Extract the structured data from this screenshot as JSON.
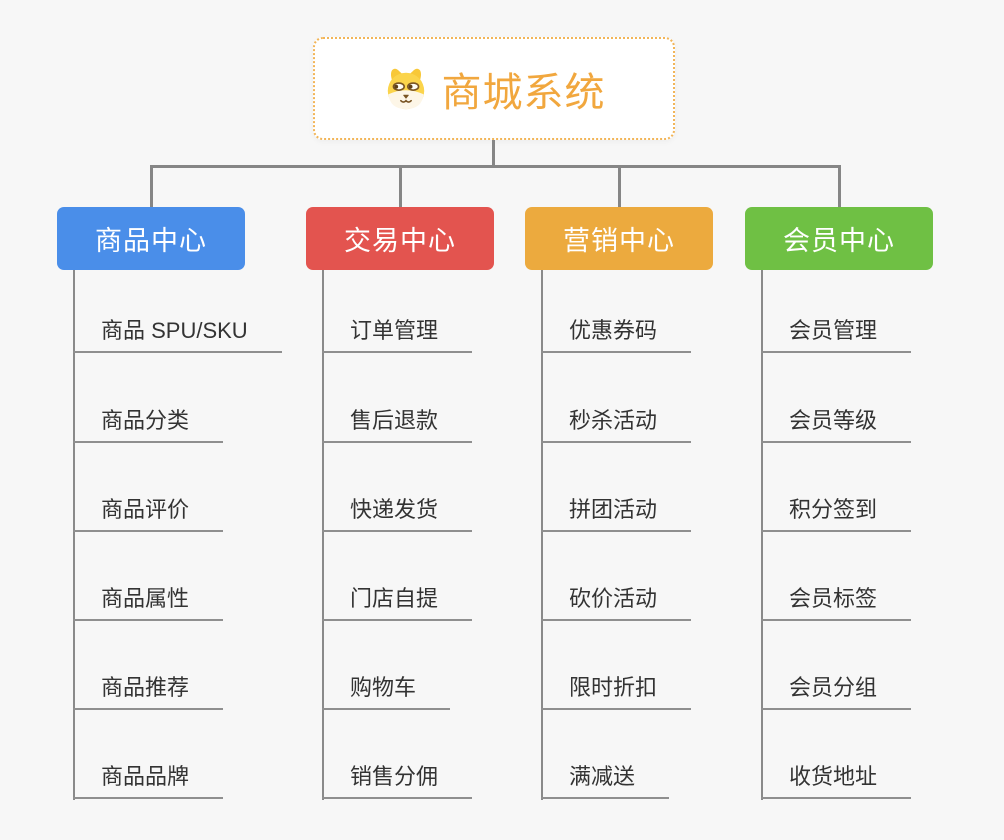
{
  "root": {
    "title": "商城系统",
    "icon": "dog-face-icon"
  },
  "branches": [
    {
      "label": "商品中心",
      "color": "#4a8ee9",
      "items": [
        "商品 SPU/SKU",
        "商品分类",
        "商品评价",
        "商品属性",
        "商品推荐",
        "商品品牌"
      ]
    },
    {
      "label": "交易中心",
      "color": "#e3544f",
      "items": [
        "订单管理",
        "售后退款",
        "快递发货",
        "门店自提",
        "购物车",
        "销售分佣"
      ]
    },
    {
      "label": "营销中心",
      "color": "#ecaa3e",
      "items": [
        "优惠券码",
        "秒杀活动",
        "拼团活动",
        "砍价活动",
        "限时折扣",
        "满减送"
      ]
    },
    {
      "label": "会员中心",
      "color": "#6fc044",
      "items": [
        "会员管理",
        "会员等级",
        "积分签到",
        "会员标签",
        "会员分组",
        "收货地址"
      ]
    }
  ],
  "colors": {
    "background": "#f7f7f7",
    "connector": "#868686",
    "underline": "#8f8f8f",
    "root_accent": "#f1a73e",
    "root_border": "#f2b558",
    "child_text": "#333333"
  }
}
